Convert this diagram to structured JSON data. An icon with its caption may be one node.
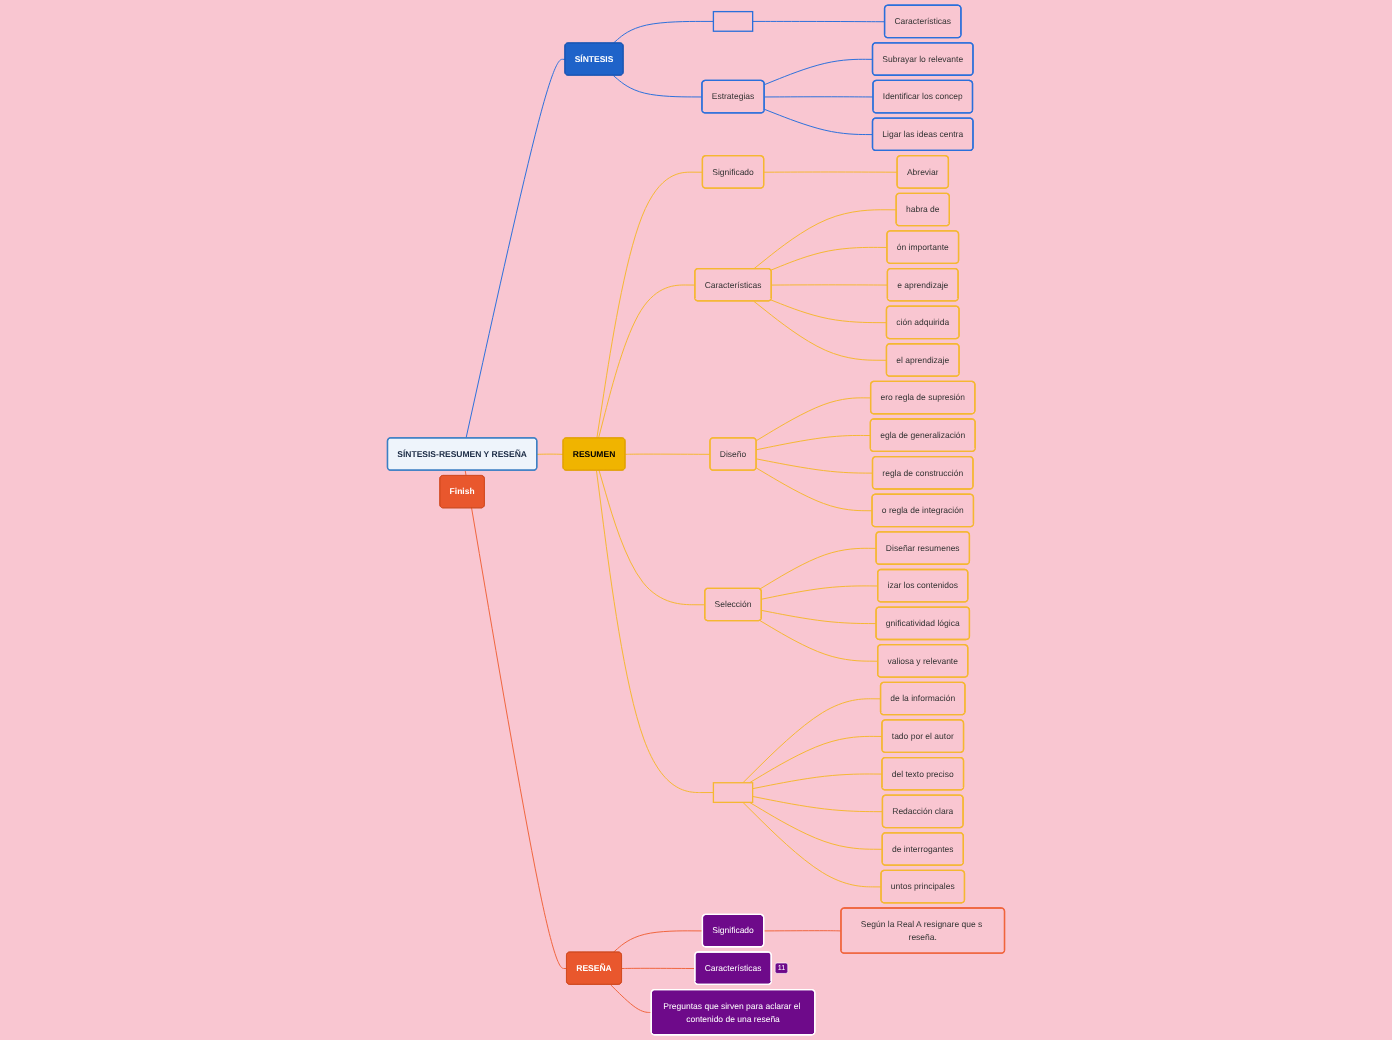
{
  "diagram": {
    "nodes": [
      {
        "text": [
          "SÍNTESIS-RESUMEN Y RESEÑA"
        ]
      },
      {
        "text": [
          "SÍNTESIS"
        ]
      },
      {
        "text": [],
        "shape": "box"
      },
      {
        "text": [
          "Características"
        ]
      },
      {
        "text": [
          "Estrategias"
        ]
      },
      {
        "text": [
          "Subrayar lo relevante"
        ]
      },
      {
        "text": [
          "Identificar los concep"
        ]
      },
      {
        "text": [
          "Ligar las ideas centra"
        ]
      },
      {
        "text": [
          "RESUMEN"
        ]
      },
      {
        "text": [
          "Significado"
        ]
      },
      {
        "text": [
          "Abreviar"
        ]
      },
      {
        "text": [
          "Características"
        ]
      },
      {
        "text": [
          "habra de"
        ]
      },
      {
        "text": [
          "ón importante"
        ]
      },
      {
        "text": [
          "e aprendizaje"
        ]
      },
      {
        "text": [
          "ción adquirida"
        ]
      },
      {
        "text": [
          "el aprendizaje"
        ]
      },
      {
        "text": [
          "Diseño"
        ]
      },
      {
        "text": [
          "ero regla de supresión"
        ]
      },
      {
        "text": [
          "egla de generalización"
        ]
      },
      {
        "text": [
          "regla de construcción"
        ]
      },
      {
        "text": [
          "o regla de integración"
        ]
      },
      {
        "text": [
          "Selección"
        ]
      },
      {
        "text": [
          "Diseñar resumenes"
        ]
      },
      {
        "text": [
          "izar los contenidos"
        ]
      },
      {
        "text": [
          "gnificatividad lógica"
        ]
      },
      {
        "text": [
          "valiosa y relevante"
        ]
      },
      {
        "text": [],
        "shape": "box"
      },
      {
        "text": [
          "de la información"
        ]
      },
      {
        "text": [
          "tado por el autor"
        ]
      },
      {
        "text": [
          "del texto preciso"
        ]
      },
      {
        "text": [
          "Redacción clara"
        ]
      },
      {
        "text": [
          "de interrogantes"
        ]
      },
      {
        "text": [
          "untos principales"
        ]
      },
      {
        "text": [
          "Finish"
        ]
      },
      {
        "text": [
          "RESEÑA"
        ]
      },
      {
        "text": [
          "Significado"
        ]
      },
      {
        "text": [
          "Según la Real A resignare que s reseña."
        ]
      },
      {
        "text": [
          "Características"
        ],
        "beside": [
          "11"
        ]
      },
      {
        "text": [
          "Preguntas que sirven para aclarar el contenido de una reseña"
        ]
      }
    ],
    "edges": [
      {
        "from": 0,
        "to": 1,
        "arrow": "none",
        "color": "#2a6fdb"
      },
      {
        "from": 1,
        "to": 2,
        "arrow": "none",
        "color": "#2a6fdb"
      },
      {
        "from": 2,
        "to": 3,
        "arrow": "none",
        "color": "#2a6fdb"
      },
      {
        "from": 1,
        "to": 4,
        "arrow": "none",
        "color": "#2a6fdb"
      },
      {
        "from": 4,
        "to": 5,
        "arrow": "none",
        "color": "#2a6fdb"
      },
      {
        "from": 4,
        "to": 6,
        "arrow": "none",
        "color": "#2a6fdb"
      },
      {
        "from": 4,
        "to": 7,
        "arrow": "none",
        "color": "#2a6fdb"
      },
      {
        "from": 0,
        "to": 8,
        "arrow": "none"
      },
      {
        "from": 8,
        "to": 9,
        "arrow": "none"
      },
      {
        "from": 9,
        "to": 10,
        "arrow": "none"
      },
      {
        "from": 8,
        "to": 11,
        "arrow": "none"
      },
      {
        "from": 11,
        "to": 12,
        "arrow": "none"
      },
      {
        "from": 11,
        "to": 13,
        "arrow": "none"
      },
      {
        "from": 11,
        "to": 14,
        "arrow": "none"
      },
      {
        "from": 11,
        "to": 15,
        "arrow": "none"
      },
      {
        "from": 11,
        "to": 16,
        "arrow": "none"
      },
      {
        "from": 8,
        "to": 17,
        "arrow": "none"
      },
      {
        "from": 17,
        "to": 18,
        "arrow": "none"
      },
      {
        "from": 17,
        "to": 19,
        "arrow": "none"
      },
      {
        "from": 17,
        "to": 20,
        "arrow": "none"
      },
      {
        "from": 17,
        "to": 21,
        "arrow": "none"
      },
      {
        "from": 8,
        "to": 22,
        "arrow": "none"
      },
      {
        "from": 22,
        "to": 23,
        "arrow": "none"
      },
      {
        "from": 22,
        "to": 24,
        "arrow": "none"
      },
      {
        "from": 22,
        "to": 25,
        "arrow": "none"
      },
      {
        "from": 22,
        "to": 26,
        "arrow": "none"
      },
      {
        "from": 8,
        "to": 27,
        "arrow": "none"
      },
      {
        "from": 27,
        "to": 28,
        "arrow": "none"
      },
      {
        "from": 27,
        "to": 29,
        "arrow": "none"
      },
      {
        "from": 27,
        "to": 30,
        "arrow": "none"
      },
      {
        "from": 27,
        "to": 31,
        "arrow": "none"
      },
      {
        "from": 27,
        "to": 32,
        "arrow": "none"
      },
      {
        "from": 27,
        "to": 33,
        "arrow": "none"
      },
      {
        "from": 0,
        "to": 35,
        "arrow": "none",
        "color": "#f0643c"
      },
      {
        "from": 35,
        "to": 36,
        "arrow": "none",
        "color": "#f0643c"
      },
      {
        "from": 36,
        "to": 37,
        "arrow": "none",
        "color": "#f0643c"
      },
      {
        "from": 35,
        "to": 38,
        "arrow": "none",
        "color": "#f0643c"
      },
      {
        "from": 35,
        "to": 39,
        "arrow": "none",
        "color": "#f0643c"
      }
    ]
  }
}
